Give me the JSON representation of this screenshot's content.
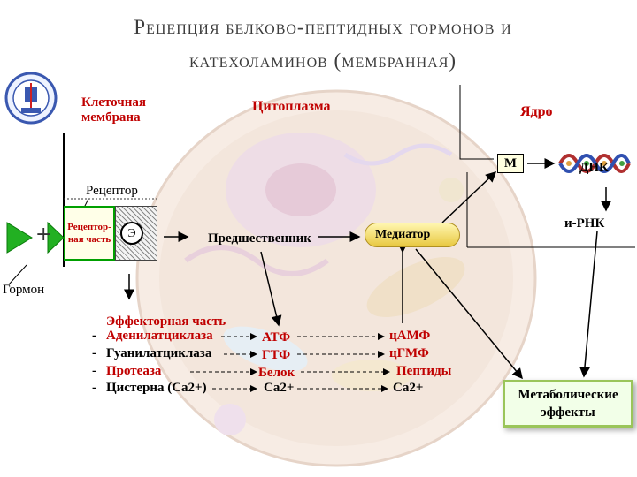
{
  "title": {
    "line1": "Рецепция белково-пептидных гормонов и",
    "line2": "катехоламинов (мембранная)"
  },
  "labels": {
    "membrane": "Клеточная мембрана",
    "cytoplasm": "Цитоплазма",
    "nucleus": "Ядро",
    "m": "М",
    "dna": "ДНК",
    "receptor": "Рецептор",
    "receptor_part": "Рецептор-ная часть",
    "e": "Э",
    "plus": "+",
    "hormone": "Гормон",
    "precursor": "Предшественник",
    "mediator": "Медиатор",
    "mrna": "и-РНК"
  },
  "effector": {
    "heading": "Эффекторная часть",
    "items": [
      "Аденилатциклаза",
      "Гуанилатциклаза",
      "Протеаза",
      "Цистерна (Са2+)"
    ]
  },
  "substrates": [
    "АТФ",
    "ГТФ",
    "Белок",
    "Са2+"
  ],
  "products": [
    "цАМФ",
    "цГМФ",
    "Пептиды",
    "Са2+"
  ],
  "outcome": "Метаболические эффекты",
  "colors": {
    "accent_red": "#c00000",
    "hormone_green": "#22b022",
    "receptor_green": "#00a000",
    "mediator_yellow": "#f0d060",
    "outcome_border": "#9ac55a"
  },
  "icons": {
    "logo": "university-logo-icon",
    "dna": "dna-molecule-icon",
    "background": "cell-illustration"
  }
}
